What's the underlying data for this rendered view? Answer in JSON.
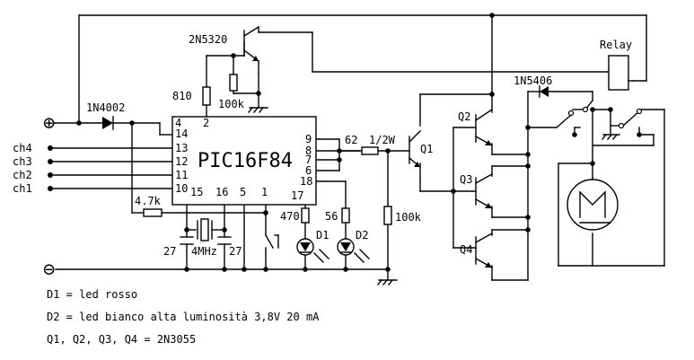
{
  "colors": {
    "ink": "#000000",
    "background": "#ffffff"
  },
  "labels": {
    "chip": "PIC16F84",
    "transistor_top": "2N5320",
    "relay": "Relay",
    "diode_1n4002": "1N4002",
    "diode_1n5406": "1N5406",
    "r810": "810",
    "r100k_top": "100k",
    "r62": "62",
    "r62_power": "1/2W",
    "r100k_bottom": "100k",
    "r47k": "4.7k",
    "r470": "470",
    "r56": "56",
    "c27_left": "27",
    "crystal": "4MHz",
    "c27_right": "27",
    "ch4": "ch4",
    "ch3": "ch3",
    "ch2": "ch2",
    "ch1": "ch1",
    "led1": "D1",
    "led2": "D2",
    "q1": "Q1",
    "q2": "Q2",
    "q3": "Q3",
    "q4": "Q4",
    "plus": "⊕",
    "minus": "⊖",
    "motor_symbol": "M"
  },
  "pins": {
    "p4": "4",
    "p14": "14",
    "p2": "2",
    "p13": "13",
    "p12": "12",
    "p11": "11",
    "p10": "10",
    "p15": "15",
    "p16": "16",
    "p5": "5",
    "p1": "1",
    "p17": "17",
    "p9": "9",
    "p8": "8",
    "p7": "7",
    "p6": "6",
    "p18": "18"
  },
  "notes": {
    "line1": "D1 = led rosso",
    "line2": "D2 = led bianco alta luminosità 3,8V 20 mA",
    "line3": "Q1, Q2, Q3, Q4 = 2N3055"
  }
}
